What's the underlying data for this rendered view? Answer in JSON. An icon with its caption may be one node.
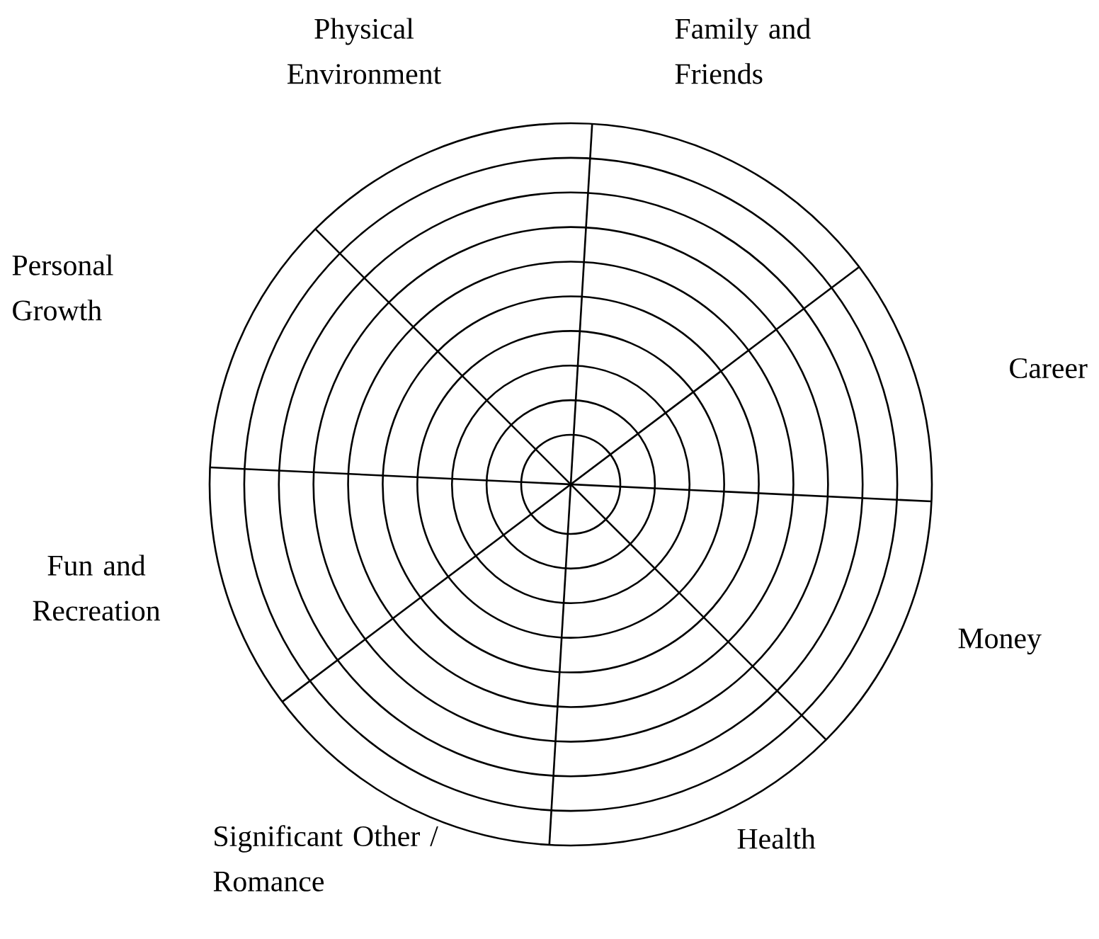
{
  "diagram": {
    "labels": [
      "Physical Environment",
      "Family and Friends",
      "Personal Growth",
      "Career",
      "Fun and Recreation",
      "Money",
      "Significant Other / Romance",
      "Health"
    ]
  }
}
